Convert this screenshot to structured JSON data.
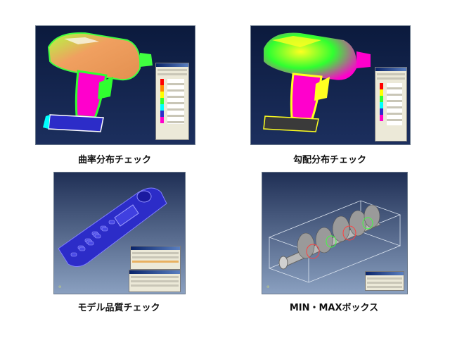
{
  "captions": {
    "curvature": "曲率分布チェック",
    "draft": "勾配分布チェック",
    "model_quality": "モデル品質チェック",
    "min_max": "MIN・MAXボックス"
  },
  "colors": {
    "viewport_bg_top": "#0b1a3d",
    "viewport_bg_bottom": "#1c2f5e",
    "gradient_bg_top": "#1f2f55",
    "gradient_bg_bottom": "#8aa0c0",
    "mesh_blue": "#2c2cc8",
    "magenta": "#ff00cc",
    "green": "#30ff30",
    "yellow": "#ffff20",
    "orange": "#f0a060"
  }
}
